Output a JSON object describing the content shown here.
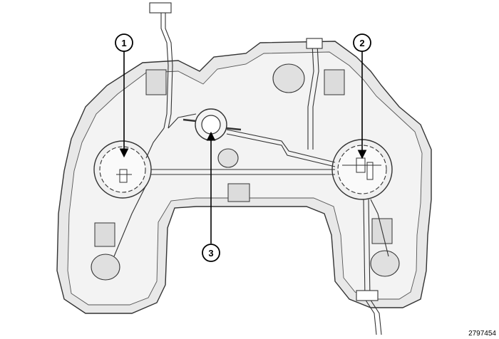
{
  "callouts": [
    {
      "id": "1",
      "label": "1"
    },
    {
      "id": "2",
      "label": "2"
    },
    {
      "id": "3",
      "label": "3"
    }
  ],
  "figure_id": "2797454",
  "colors": {
    "line": "#333333",
    "shade": "#e6e6e6",
    "background": "#ffffff"
  }
}
